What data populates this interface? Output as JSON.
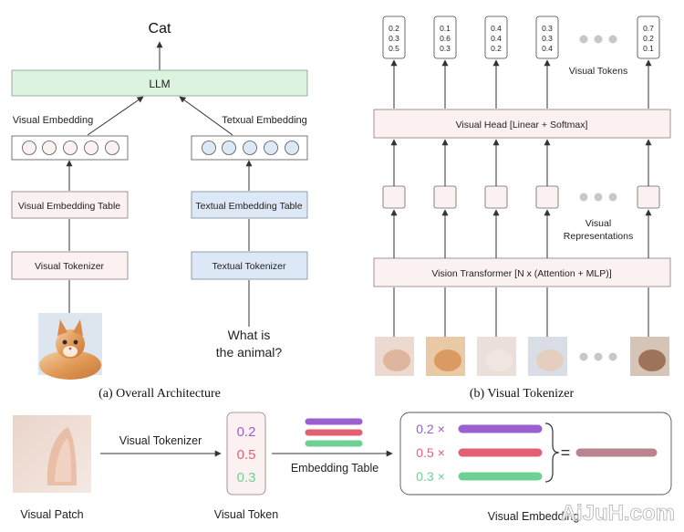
{
  "panel_a": {
    "output": "Cat",
    "llm": "LLM",
    "visual_embedding_label": "Visual Embedding",
    "textual_embedding_label": "Tetxual Embedding",
    "visual_embedding_table": "Visual Embedding Table",
    "textual_embedding_table": "Textual Embedding Table",
    "visual_tokenizer": "Visual Tokenizer",
    "textual_tokenizer": "Textual Tokenizer",
    "question_line1": "What is",
    "question_line2": "the animal?",
    "caption": "(a) Overall Architecture"
  },
  "panel_b": {
    "tokens": [
      [
        "0.2",
        "0.3",
        "0.5"
      ],
      [
        "0.1",
        "0.6",
        "0.3"
      ],
      [
        "0.4",
        "0.4",
        "0.2"
      ],
      [
        "0.3",
        "0.3",
        "0.4"
      ],
      [
        "0.7",
        "0.2",
        "0.1"
      ]
    ],
    "visual_tokens_label": "Visual Tokens",
    "visual_head": "Visual Head [Linear + Softmax]",
    "visual_repr_line1": "Visual",
    "visual_repr_line2": "Representations",
    "vision_transformer": "Vision Transformer [N x (Attention + MLP)]",
    "caption": "(b) Visual Tokenizer"
  },
  "panel_c": {
    "visual_patch": "Visual Patch",
    "visual_tokenizer": "Visual Tokenizer",
    "token_values": [
      "0.2",
      "0.5",
      "0.3"
    ],
    "visual_token": "Visual Token",
    "embedding_table": "Embedding Table",
    "weights": [
      "0.2 ×",
      "0.5 ×",
      "0.3 ×"
    ],
    "equals": "=",
    "visual_embedding": "Visual Embedding"
  },
  "colors": {
    "purple": "#9a5fd0",
    "red": "#e35f74",
    "green": "#6fd093",
    "result": "#b9848f",
    "llm_fill": "#dbf3df",
    "pink_fill": "#fbf1f1",
    "blue_fill": "#dde8f6"
  },
  "watermark": "AiJuH.com"
}
